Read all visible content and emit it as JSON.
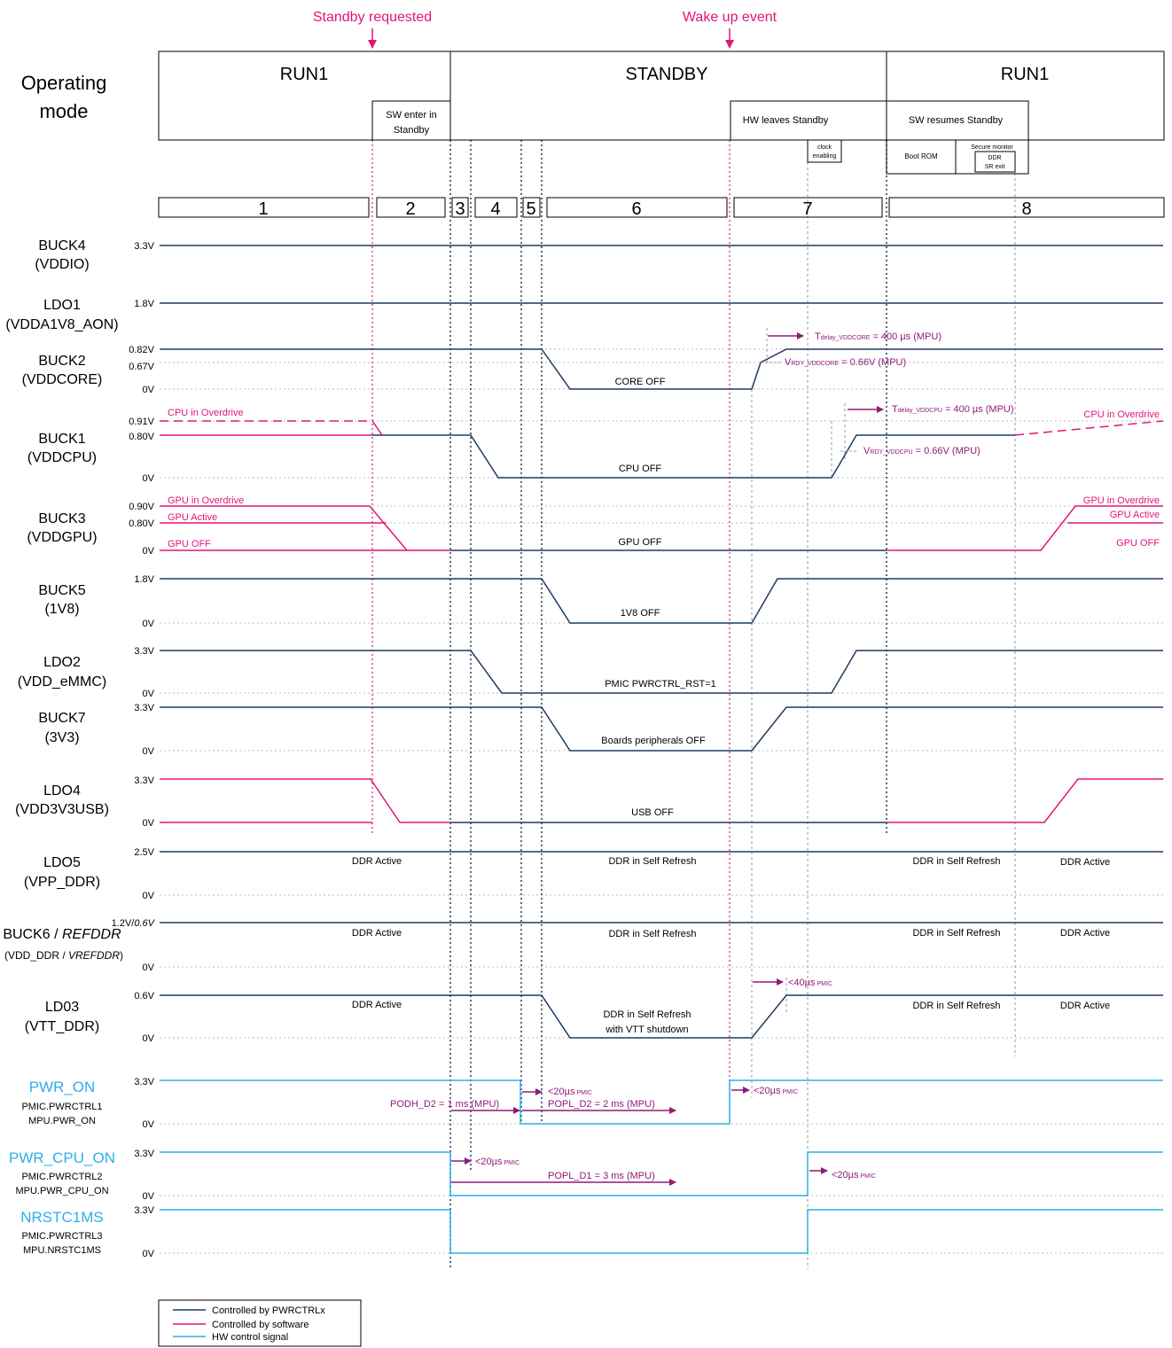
{
  "colors": {
    "pwrctrl": "#1f3a5f",
    "software": "#e0157a",
    "hw": "#2eaee6",
    "annotation": "#8e1b78",
    "grid": "#bbbbbb",
    "text": "#000000"
  },
  "events": {
    "standby_requested": "Standby requested",
    "wake_up": "Wake up event"
  },
  "operating_mode": {
    "label_line1": "Operating",
    "label_line2": "mode",
    "run1_left": "RUN1",
    "standby": "STANDBY",
    "run1_right": "RUN1",
    "sw_enter_line1": "SW enter in",
    "sw_enter_line2": "Standby",
    "hw_leaves": "HW leaves Standby",
    "sw_resumes": "SW resumes Standby",
    "clock_line1": "clock",
    "clock_line2": "enabling",
    "boot_rom": "Boot ROM",
    "secure_monitor": "Secure monitor",
    "ddr_line1": "DDR",
    "ddr_line2": "SR exit"
  },
  "phases": [
    "1",
    "2",
    "3",
    "4",
    "5",
    "6",
    "7",
    "8"
  ],
  "signals": {
    "buck4": {
      "name": "BUCK4",
      "sub": "(VDDIO)",
      "v_high": "3.3V"
    },
    "ldo1": {
      "name": "LDO1",
      "sub": "(VDDA1V8_AON)",
      "v_high": "1.8V"
    },
    "buck2": {
      "name": "BUCK2",
      "sub": "(VDDCORE)",
      "v_high": "0.82V",
      "v_mid": "0.67V",
      "v_low": "0V",
      "off_text": "CORE OFF",
      "tdelay_prefix": "T",
      "tdelay_sub": "delay_VDDCORE",
      "tdelay_suffix": " =   400 µs (MPU)",
      "vrdy_prefix": "V",
      "vrdy_sub": "RDY_VDDCORE",
      "vrdy_suffix": " = 0.66V (MPU)"
    },
    "buck1": {
      "name": "BUCK1",
      "sub": "(VDDCPU)",
      "v_over": "0.91V",
      "v_high": "0.80V",
      "v_low": "0V",
      "off_text": "CPU OFF",
      "overdrive": "CPU in Overdrive",
      "tdelay_prefix": "T",
      "tdelay_sub": "delay_VDDCPU",
      "tdelay_suffix": " =   400 µs (MPU)",
      "vrdy_prefix": "V",
      "vrdy_sub": "RDY_VDDCPU",
      "vrdy_suffix": " = 0.66V (MPU)"
    },
    "buck3": {
      "name": "BUCK3",
      "sub": "(VDDGPU)",
      "v_over": "0.90V",
      "v_high": "0.80V",
      "v_low": "0V",
      "off_text": "GPU OFF",
      "overdrive": "GPU in Overdrive",
      "active": "GPU Active",
      "off": "GPU OFF"
    },
    "buck5": {
      "name": "BUCK5",
      "sub": "(1V8)",
      "v_high": "1.8V",
      "v_low": "0V",
      "off_text": "1V8 OFF"
    },
    "ldo2": {
      "name": "LDO2",
      "sub": "(VDD_eMMC)",
      "v_high": "3.3V",
      "v_low": "0V",
      "off_text": "PMIC PWRCTRL_RST=1"
    },
    "buck7": {
      "name": "BUCK7",
      "sub": "(3V3)",
      "v_high": "3.3V",
      "v_low": "0V",
      "off_text": "Boards peripherals OFF"
    },
    "ldo4": {
      "name": "LDO4",
      "sub": "(VDD3V3USB)",
      "v_high": "3.3V",
      "v_low": "0V",
      "off_text": "USB OFF"
    },
    "ldo5": {
      "name": "LDO5",
      "sub": "(VPP_DDR)",
      "v_high": "2.5V",
      "v_low": "0V",
      "ddr_active": "DDR Active",
      "ddr_sr": "DDR in Self Refresh"
    },
    "buck6": {
      "name_a": "BUCK6 / ",
      "name_b": "REFDDR",
      "sub_a": "(VDD_DDR / ",
      "sub_b": "VREFDDR",
      "sub_c": ")",
      "v_high_a": "1.2V/",
      "v_high_b": "0.6V",
      "v_low": "0V",
      "ddr_active": "DDR Active",
      "ddr_sr": "DDR in Self Refresh"
    },
    "ldo3": {
      "name": "LD03",
      "sub": "(VTT_DDR)",
      "v_high": "0.6V",
      "v_low": "0V",
      "ddr_active": "DDR Active",
      "ddr_sr": "DDR in Self Refresh",
      "sr_line1": "DDR in Self Refresh",
      "sr_line2": "with VTT shutdown",
      "t40": "<40µs",
      "t40_sub": "PMIC"
    },
    "pwr_on": {
      "name": "PWR_ON",
      "sub1": "PMIC.PWRCTRL1",
      "sub2": "MPU.PWR_ON",
      "v_high": "3.3V",
      "v_low": "0V",
      "podh": "PODH_D2 =  1 ms (MPU)",
      "popl": "POPL_D2  = 2 ms (MPU)",
      "t20": "<20µs",
      "t20_sub": "PMIC"
    },
    "pwr_cpu_on": {
      "name": "PWR_CPU_ON",
      "sub1": "PMIC.PWRCTRL2",
      "sub2": "MPU.PWR_CPU_ON",
      "v_high": "3.3V",
      "v_low": "0V",
      "popl": "POPL_D1 = 3 ms (MPU)",
      "t20": "<20µs",
      "t20_sub": "PMIC"
    },
    "nrstc1ms": {
      "name": "NRSTC1MS",
      "sub1": "PMIC.PWRCTRL3",
      "sub2": "MPU.NRSTC1MS",
      "v_high": "3.3V",
      "v_low": "0V"
    }
  },
  "legend": {
    "pwrctrl": "Controlled by PWRCTRLx",
    "software": "Controlled by software",
    "hw": "HW control signal"
  }
}
